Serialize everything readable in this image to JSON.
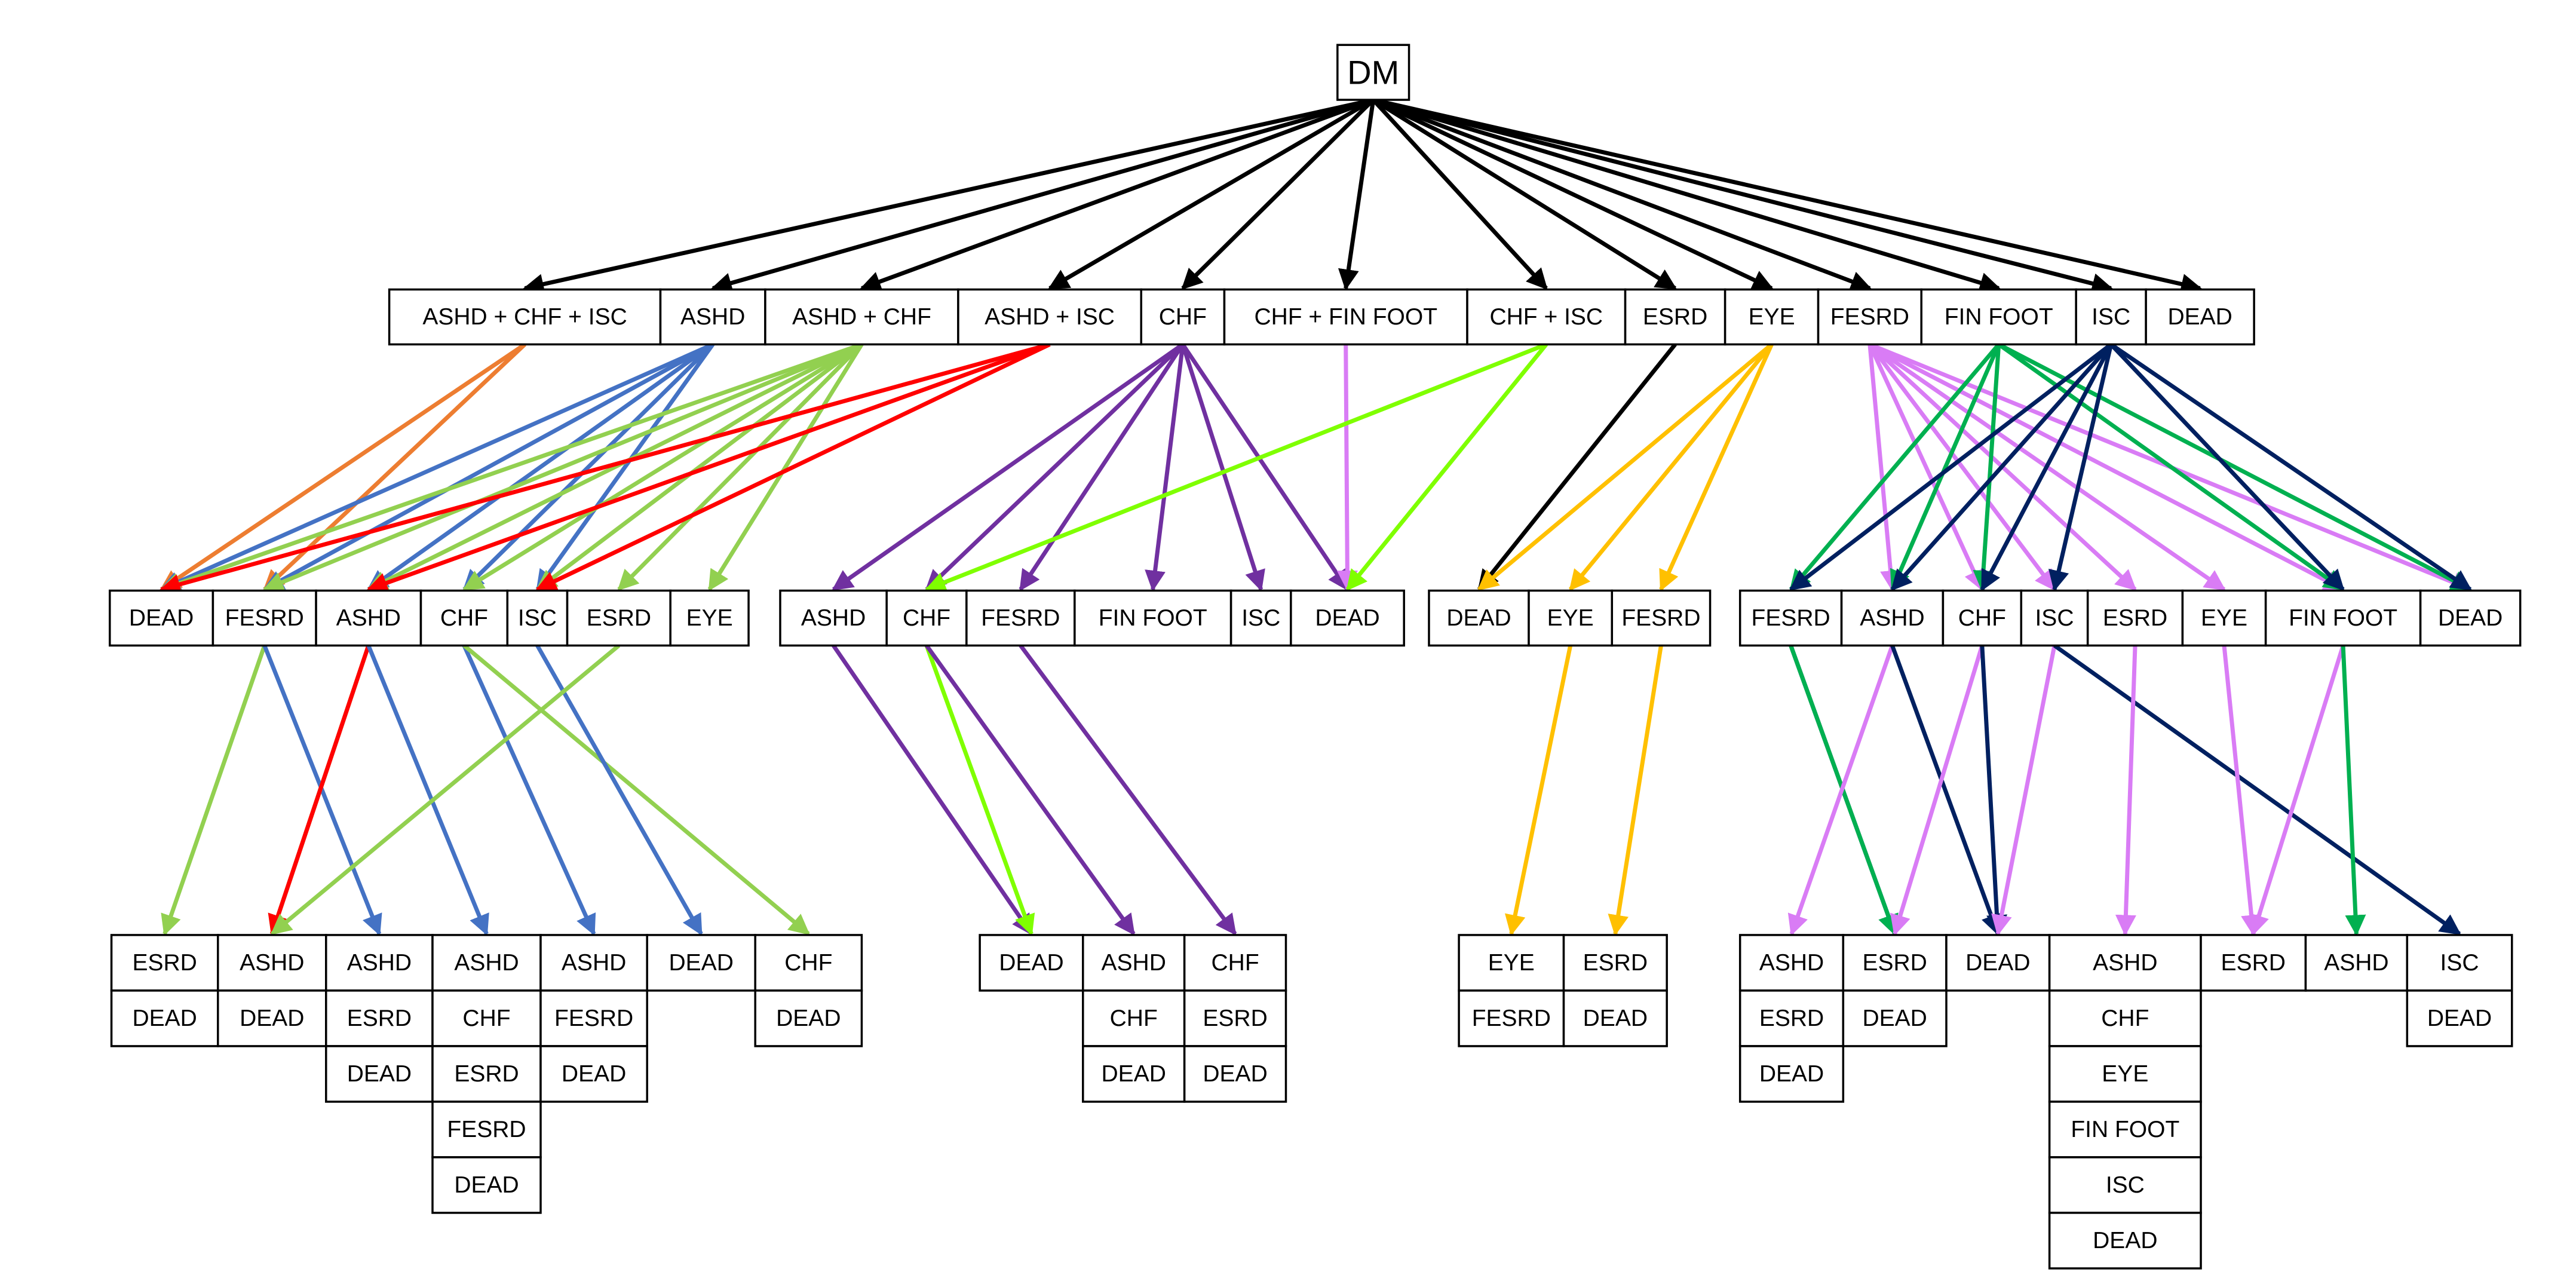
{
  "colors": {
    "box_stroke": "#000000",
    "text": "#000000",
    "background": "#ffffff",
    "black": "#000000",
    "orange": "#ed7d31",
    "blue": "#4472c4",
    "light_green": "#92d050",
    "red": "#ff0000",
    "purple": "#7030a0",
    "pink": "#d97cf5",
    "lime": "#7fff00",
    "gold": "#ffc000",
    "green": "#00b050",
    "navy": "#002060"
  },
  "root": {
    "label": "DM"
  },
  "level1": [
    "ASHD + CHF + ISC",
    "ASHD",
    "ASHD + CHF",
    "ASHD + ISC",
    "CHF",
    "CHF + FIN FOOT",
    "CHF + ISC",
    "ESRD",
    "EYE",
    "FESRD",
    "FIN FOOT",
    "ISC",
    "DEAD"
  ],
  "level2": {
    "group1": [
      "DEAD",
      "FESRD",
      "ASHD",
      "CHF",
      "ISC",
      "ESRD",
      "EYE"
    ],
    "group2": [
      "ASHD",
      "CHF",
      "FESRD",
      "FIN FOOT",
      "ISC",
      "DEAD"
    ],
    "group3": [
      "DEAD",
      "EYE",
      "FESRD"
    ],
    "group4": [
      "FESRD",
      "ASHD",
      "CHF",
      "ISC",
      "ESRD",
      "EYE",
      "FIN FOOT",
      "DEAD"
    ]
  },
  "level3": [
    [
      "ESRD",
      "DEAD"
    ],
    [
      "ASHD",
      "DEAD"
    ],
    [
      "ASHD",
      "ESRD",
      "DEAD"
    ],
    [
      "ASHD",
      "CHF",
      "ESRD",
      "FESRD",
      "DEAD"
    ],
    [
      "ASHD",
      "FESRD",
      "DEAD"
    ],
    [
      "DEAD"
    ],
    [
      "CHF",
      "DEAD"
    ],
    [
      "DEAD"
    ],
    [
      "ASHD",
      "CHF",
      "DEAD"
    ],
    [
      "CHF",
      "ESRD",
      "DEAD"
    ],
    [
      "EYE",
      "FESRD"
    ],
    [
      "ESRD",
      "DEAD"
    ],
    [
      "ASHD",
      "ESRD",
      "DEAD"
    ],
    [
      "ESRD",
      "DEAD"
    ],
    [
      "DEAD"
    ],
    [
      "ASHD",
      "CHF",
      "EYE",
      "FIN FOOT",
      "ISC",
      "DEAD"
    ],
    [
      "ESRD"
    ],
    [
      "ASHD"
    ],
    [
      "ISC",
      "DEAD"
    ]
  ],
  "edges": [
    {
      "from": "root",
      "to": "L1.0",
      "color": "black"
    },
    {
      "from": "root",
      "to": "L1.1",
      "color": "black"
    },
    {
      "from": "root",
      "to": "L1.2",
      "color": "black"
    },
    {
      "from": "root",
      "to": "L1.3",
      "color": "black"
    },
    {
      "from": "root",
      "to": "L1.4",
      "color": "black"
    },
    {
      "from": "root",
      "to": "L1.5",
      "color": "black"
    },
    {
      "from": "root",
      "to": "L1.6",
      "color": "black"
    },
    {
      "from": "root",
      "to": "L1.7",
      "color": "black"
    },
    {
      "from": "root",
      "to": "L1.8",
      "color": "black"
    },
    {
      "from": "root",
      "to": "L1.9",
      "color": "black"
    },
    {
      "from": "root",
      "to": "L1.10",
      "color": "black"
    },
    {
      "from": "root",
      "to": "L1.11",
      "color": "black"
    },
    {
      "from": "root",
      "to": "L1.12",
      "color": "black"
    },
    {
      "from": "L1.0",
      "to": "L2.group1.0",
      "color": "orange"
    },
    {
      "from": "L1.0",
      "to": "L2.group1.1",
      "color": "orange"
    },
    {
      "from": "L1.1",
      "to": "L2.group1.0",
      "color": "blue"
    },
    {
      "from": "L1.1",
      "to": "L2.group1.1",
      "color": "blue"
    },
    {
      "from": "L1.1",
      "to": "L2.group1.2",
      "color": "blue"
    },
    {
      "from": "L1.1",
      "to": "L2.group1.3",
      "color": "blue"
    },
    {
      "from": "L1.1",
      "to": "L2.group1.4",
      "color": "blue"
    },
    {
      "from": "L1.2",
      "to": "L2.group1.0",
      "color": "light_green"
    },
    {
      "from": "L1.2",
      "to": "L2.group1.1",
      "color": "light_green"
    },
    {
      "from": "L1.2",
      "to": "L2.group1.2",
      "color": "light_green"
    },
    {
      "from": "L1.2",
      "to": "L2.group1.3",
      "color": "light_green"
    },
    {
      "from": "L1.2",
      "to": "L2.group1.4",
      "color": "light_green"
    },
    {
      "from": "L1.2",
      "to": "L2.group1.5",
      "color": "light_green"
    },
    {
      "from": "L1.2",
      "to": "L2.group1.6",
      "color": "light_green"
    },
    {
      "from": "L1.3",
      "to": "L2.group1.0",
      "color": "red"
    },
    {
      "from": "L1.3",
      "to": "L2.group1.2",
      "color": "red"
    },
    {
      "from": "L1.3",
      "to": "L2.group1.4",
      "color": "red"
    },
    {
      "from": "L1.4",
      "to": "L2.group2.0",
      "color": "purple"
    },
    {
      "from": "L1.4",
      "to": "L2.group2.1",
      "color": "purple"
    },
    {
      "from": "L1.4",
      "to": "L2.group2.2",
      "color": "purple"
    },
    {
      "from": "L1.4",
      "to": "L2.group2.3",
      "color": "purple"
    },
    {
      "from": "L1.4",
      "to": "L2.group2.4",
      "color": "purple"
    },
    {
      "from": "L1.4",
      "to": "L2.group2.5",
      "color": "purple"
    },
    {
      "from": "L1.5",
      "to": "L2.group2.5",
      "color": "pink"
    },
    {
      "from": "L1.6",
      "to": "L2.group2.1",
      "color": "lime"
    },
    {
      "from": "L1.6",
      "to": "L2.group2.5",
      "color": "lime"
    },
    {
      "from": "L1.7",
      "to": "L2.group3.0",
      "color": "black"
    },
    {
      "from": "L1.8",
      "to": "L2.group3.0",
      "color": "gold"
    },
    {
      "from": "L1.8",
      "to": "L2.group3.1",
      "color": "gold"
    },
    {
      "from": "L1.8",
      "to": "L2.group3.2",
      "color": "gold"
    },
    {
      "from": "L1.9",
      "to": "L2.group4.1",
      "color": "pink"
    },
    {
      "from": "L1.9",
      "to": "L2.group4.2",
      "color": "pink"
    },
    {
      "from": "L1.9",
      "to": "L2.group4.3",
      "color": "pink"
    },
    {
      "from": "L1.9",
      "to": "L2.group4.4",
      "color": "pink"
    },
    {
      "from": "L1.9",
      "to": "L2.group4.5",
      "color": "pink"
    },
    {
      "from": "L1.9",
      "to": "L2.group4.6",
      "color": "pink"
    },
    {
      "from": "L1.9",
      "to": "L2.group4.7",
      "color": "pink"
    },
    {
      "from": "L1.10",
      "to": "L2.group4.0",
      "color": "green"
    },
    {
      "from": "L1.10",
      "to": "L2.group4.1",
      "color": "green"
    },
    {
      "from": "L1.10",
      "to": "L2.group4.2",
      "color": "green"
    },
    {
      "from": "L1.10",
      "to": "L2.group4.6",
      "color": "green"
    },
    {
      "from": "L1.10",
      "to": "L2.group4.7",
      "color": "green"
    },
    {
      "from": "L1.11",
      "to": "L2.group4.0",
      "color": "navy"
    },
    {
      "from": "L1.11",
      "to": "L2.group4.1",
      "color": "navy"
    },
    {
      "from": "L1.11",
      "to": "L2.group4.2",
      "color": "navy"
    },
    {
      "from": "L1.11",
      "to": "L2.group4.3",
      "color": "navy"
    },
    {
      "from": "L1.11",
      "to": "L2.group4.6",
      "color": "navy"
    },
    {
      "from": "L1.11",
      "to": "L2.group4.7",
      "color": "navy"
    },
    {
      "from": "L2.group1.1",
      "to": "L3.0",
      "color": "light_green"
    },
    {
      "from": "L2.group1.1",
      "to": "L3.2",
      "color": "blue"
    },
    {
      "from": "L2.group1.2",
      "to": "L3.1",
      "color": "light_green"
    },
    {
      "from": "L2.group1.2",
      "to": "L3.1",
      "color": "red"
    },
    {
      "from": "L2.group1.2",
      "to": "L3.3",
      "color": "blue"
    },
    {
      "from": "L2.group1.3",
      "to": "L3.4",
      "color": "blue"
    },
    {
      "from": "L2.group1.3",
      "to": "L3.6",
      "color": "light_green"
    },
    {
      "from": "L2.group1.4",
      "to": "L3.5",
      "color": "blue"
    },
    {
      "from": "L2.group1.5",
      "to": "L3.1",
      "color": "light_green"
    },
    {
      "from": "L2.group2.0",
      "to": "L3.7",
      "color": "purple"
    },
    {
      "from": "L2.group2.1",
      "to": "L3.7",
      "color": "lime"
    },
    {
      "from": "L2.group2.1",
      "to": "L3.8",
      "color": "purple"
    },
    {
      "from": "L2.group2.2",
      "to": "L3.9",
      "color": "purple"
    },
    {
      "from": "L2.group3.1",
      "to": "L3.10",
      "color": "gold"
    },
    {
      "from": "L2.group3.2",
      "to": "L3.11",
      "color": "gold"
    },
    {
      "from": "L2.group4.0",
      "to": "L3.13",
      "color": "navy"
    },
    {
      "from": "L2.group4.0",
      "to": "L3.13",
      "color": "green"
    },
    {
      "from": "L2.group4.1",
      "to": "L3.12",
      "color": "pink"
    },
    {
      "from": "L2.group4.1",
      "to": "L3.14",
      "color": "navy"
    },
    {
      "from": "L2.group4.2",
      "to": "L3.13",
      "color": "pink"
    },
    {
      "from": "L2.group4.2",
      "to": "L3.14",
      "color": "navy"
    },
    {
      "from": "L2.group4.3",
      "to": "L3.14",
      "color": "pink"
    },
    {
      "from": "L2.group4.3",
      "to": "L3.18",
      "color": "navy"
    },
    {
      "from": "L2.group4.4",
      "to": "L3.15",
      "color": "pink"
    },
    {
      "from": "L2.group4.5",
      "to": "L3.16",
      "color": "pink"
    },
    {
      "from": "L2.group4.6",
      "to": "L3.16",
      "color": "pink"
    },
    {
      "from": "L2.group4.6",
      "to": "L3.17",
      "color": "green"
    }
  ]
}
